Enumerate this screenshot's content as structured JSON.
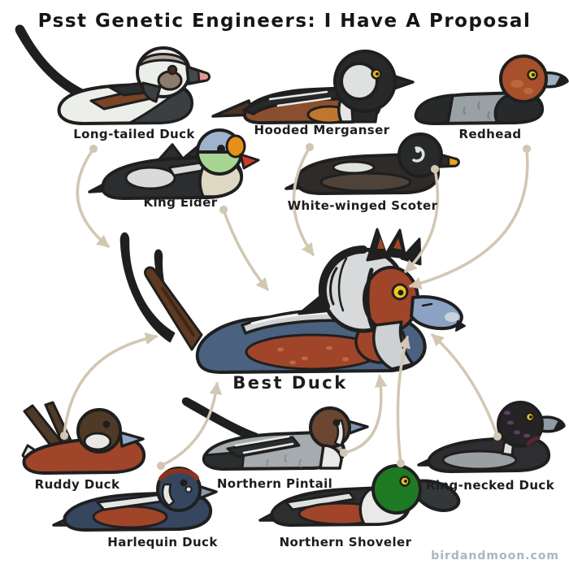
{
  "title": "Psst Genetic Engineers: I Have A Proposal",
  "watermark": "birdandmoon.com",
  "ducks": [
    {
      "name": "long-tailed-duck",
      "label": "Long-tailed Duck"
    },
    {
      "name": "hooded-merganser",
      "label": "Hooded Merganser"
    },
    {
      "name": "redhead",
      "label": "Redhead"
    },
    {
      "name": "king-eider",
      "label": "King Eider"
    },
    {
      "name": "white-winged-scoter",
      "label": "White-winged Scoter"
    },
    {
      "name": "best-duck",
      "label": "Best Duck"
    },
    {
      "name": "ruddy-duck",
      "label": "Ruddy Duck"
    },
    {
      "name": "northern-pintail",
      "label": "Northern Pintail"
    },
    {
      "name": "ring-necked-duck",
      "label": "Ring-necked Duck"
    },
    {
      "name": "harlequin-duck",
      "label": "Harlequin Duck"
    },
    {
      "name": "northern-shoveler",
      "label": "Northern Shoveler"
    }
  ],
  "arrows": [
    {
      "from": "Long-tailed Duck",
      "to": "Best Duck"
    },
    {
      "from": "Hooded Merganser",
      "to": "Best Duck"
    },
    {
      "from": "Redhead",
      "to": "Best Duck"
    },
    {
      "from": "King Eider",
      "to": "Best Duck"
    },
    {
      "from": "White-winged Scoter",
      "to": "Best Duck"
    },
    {
      "from": "Ruddy Duck",
      "to": "Best Duck"
    },
    {
      "from": "Northern Pintail",
      "to": "Best Duck"
    },
    {
      "from": "Ring-necked Duck",
      "to": "Best Duck"
    },
    {
      "from": "Harlequin Duck",
      "to": "Best Duck"
    },
    {
      "from": "Northern Shoveler",
      "to": "Best Duck"
    }
  ],
  "colors": {
    "background": "#ffffff",
    "outline": "#1f1f1f",
    "arrow": "#d2c7b3",
    "rust": "#a0452a",
    "watermark": "#a9b6c6"
  }
}
